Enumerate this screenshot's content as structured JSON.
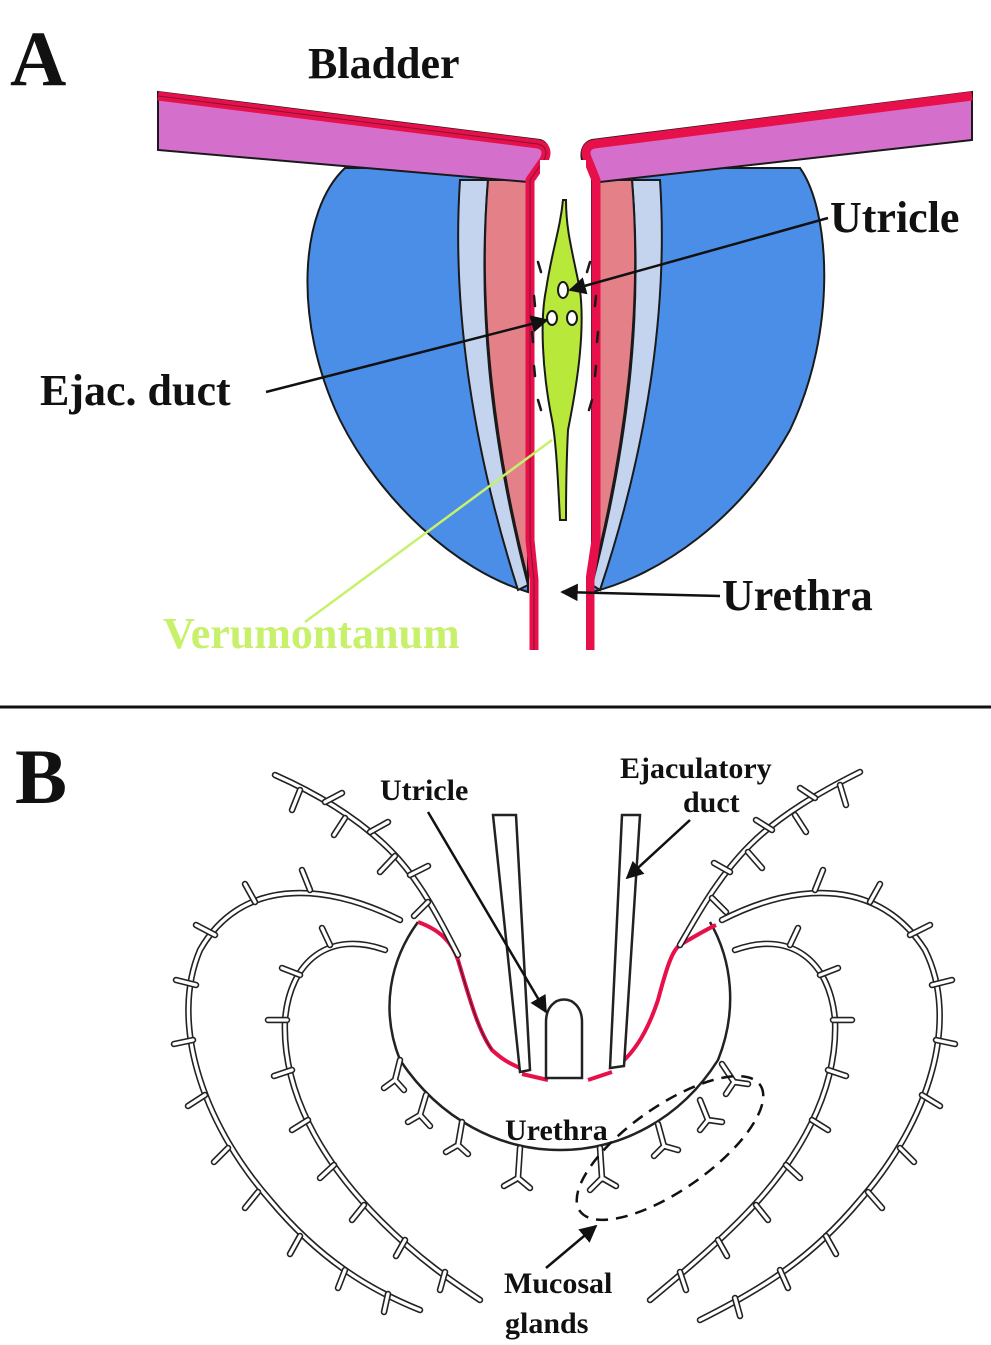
{
  "panel_a": {
    "letter": "A",
    "labels": {
      "bladder": "Bladder",
      "utricle": "Utricle",
      "ejac_duct": "Ejac. duct",
      "urethra": "Urethra",
      "verumontanum": "Verumontanum"
    },
    "colors": {
      "bladder": "#d46fcc",
      "mucosa": "#e8104a",
      "prostate": "#4a8ee8",
      "stroma": "#e48088",
      "capsule": "#c4d4ee",
      "verumontanum": "#b8e83a"
    }
  },
  "panel_b": {
    "letter": "B",
    "labels": {
      "utricle": "Utricle",
      "ejaculatory_duct_line1": "Ejaculatory",
      "ejaculatory_duct_line2": "duct",
      "urethra": "Urethra",
      "mucosal_glands_line1": "Mucosal",
      "mucosal_glands_line2": "glands"
    },
    "colors": {
      "epithelium": "#e8104a"
    }
  }
}
